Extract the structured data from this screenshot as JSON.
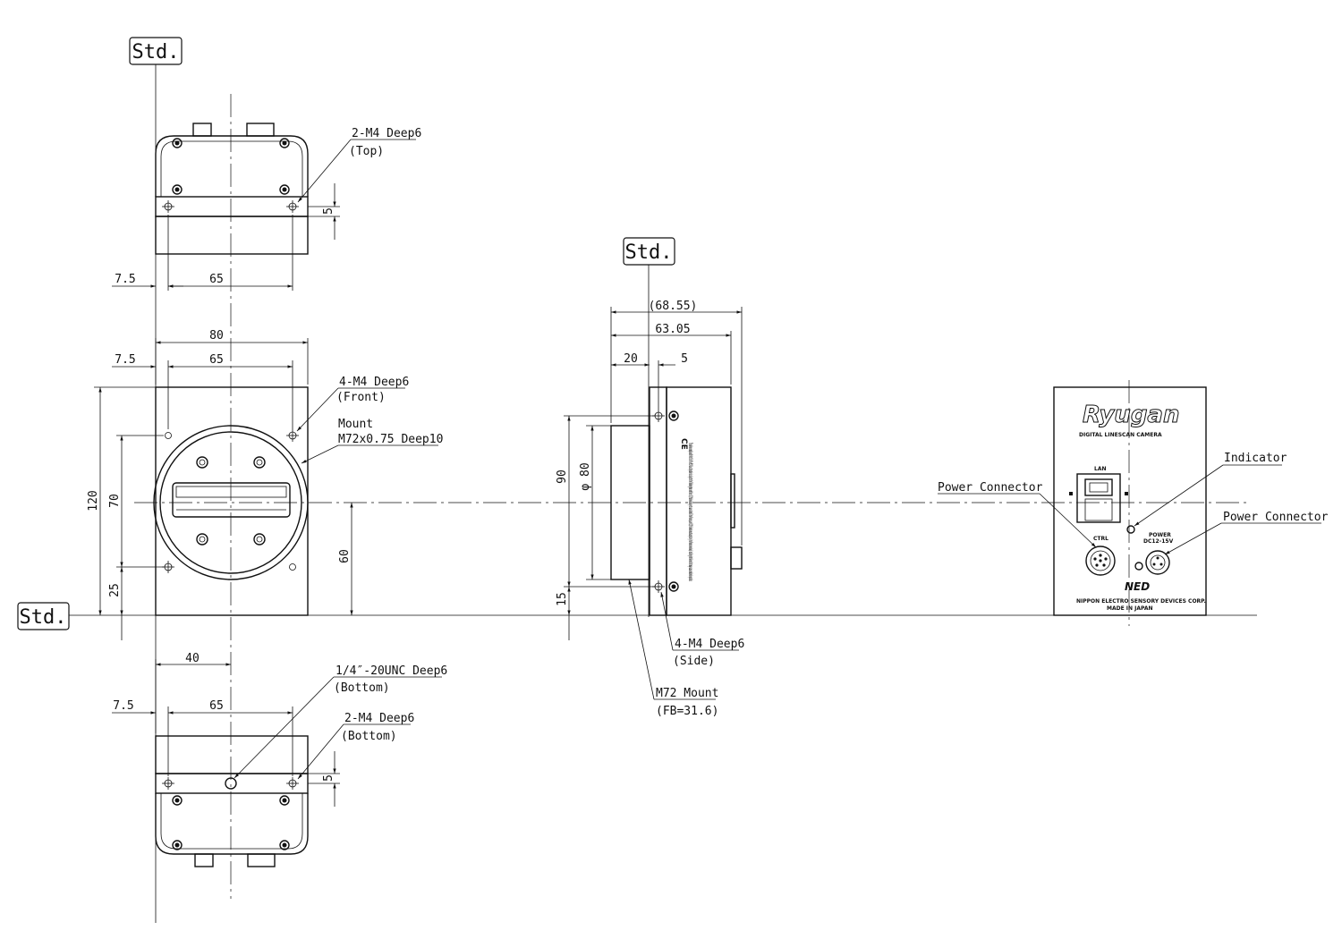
{
  "std_label": "Std.",
  "top_view": {
    "callout": "2-M4 Deep6",
    "callout_sub": "(Top)",
    "dims": {
      "offset": "7.5",
      "spacing": "65",
      "edge": "5"
    }
  },
  "front_view": {
    "width": "80",
    "offset": "7.5",
    "spacing": "65",
    "height": "120",
    "hole_spacing_v": "70",
    "hole_bottom": "25",
    "axis_height": "60",
    "callout_holes": "4-M4 Deep6",
    "callout_holes_sub": "(Front)",
    "callout_mount": "Mount",
    "callout_mount_sub": "M72x0.75 Deep10"
  },
  "bottom_view": {
    "center": "40",
    "offset": "7.5",
    "spacing": "65",
    "edge": "5",
    "callout_tripod": "1/4″-20UNC Deep6",
    "callout_tripod_sub": "(Bottom)",
    "callout_holes": "2-M4 Deep6",
    "callout_holes_sub": "(Bottom)"
  },
  "side_view": {
    "overall": "(68.55)",
    "body_length": "63.05",
    "flange": "20",
    "hole_offset": "5",
    "height_90": "90",
    "diameter": "φ 80",
    "bottom_15": "15",
    "callout_holes": "4-M4 Deep6",
    "callout_holes_sub": "(Side)",
    "callout_mount": "M72 Mount",
    "callout_mount_sub": "(FB=31.6)",
    "label_text": "This device complies with Part 15 of the FCC Rules. Operation is subject to the following two conditions: (1) this device may not cause harmful interference, and (2) this device must accept any interference received, including interference that may cause undesired operation."
  },
  "rear_view": {
    "brand": "Ryugan",
    "subtitle": "DIGITAL LINESCAN CAMERA",
    "lan": "LAN",
    "ctrl": "CTRL",
    "power": "POWER",
    "power_spec": "DC12-15V",
    "maker_logo": "NED",
    "maker": "NIPPON ELECTRO SENSORY DEVICES CORP.",
    "made_in": "MADE IN JAPAN",
    "callout_power_left": "Power Connector",
    "callout_indicator": "Indicator",
    "callout_power_right": "Power Connector"
  }
}
